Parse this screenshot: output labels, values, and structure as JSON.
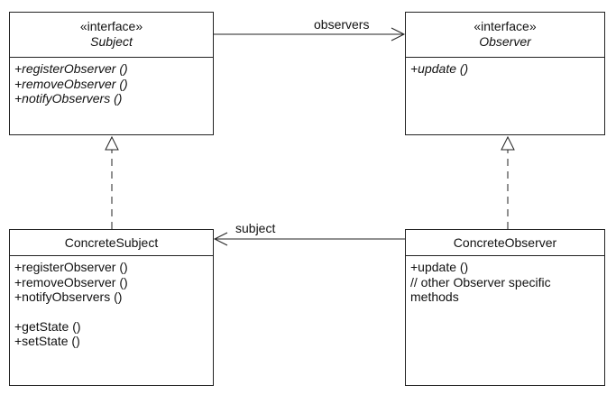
{
  "classes": {
    "subject": {
      "stereotype": "«interface»",
      "name": "Subject",
      "operations": [
        "+registerObserver ()",
        "+removeObserver ()",
        "+notifyObservers ()"
      ]
    },
    "observer": {
      "stereotype": "«interface»",
      "name": "Observer",
      "operations": [
        "+update ()"
      ]
    },
    "concrete_subject": {
      "name": "ConcreteSubject",
      "operations_group1": [
        "+registerObserver ()",
        "+removeObserver ()",
        "+notifyObservers ()"
      ],
      "operations_group2": [
        "+getState ()",
        "+setState ()"
      ]
    },
    "concrete_observer": {
      "name": "ConcreteObserver",
      "operations": [
        "+update ()",
        " // other Observer specific",
        " methods"
      ]
    }
  },
  "associations": {
    "observers_label": "observers",
    "subject_label": "subject"
  },
  "relationships": [
    {
      "from": "ConcreteSubject",
      "to": "Subject",
      "kind": "realization"
    },
    {
      "from": "ConcreteObserver",
      "to": "Observer",
      "kind": "realization"
    },
    {
      "from": "Subject",
      "to": "Observer",
      "kind": "association",
      "label": "observers"
    },
    {
      "from": "ConcreteObserver",
      "to": "ConcreteSubject",
      "kind": "association",
      "label": "subject"
    }
  ]
}
